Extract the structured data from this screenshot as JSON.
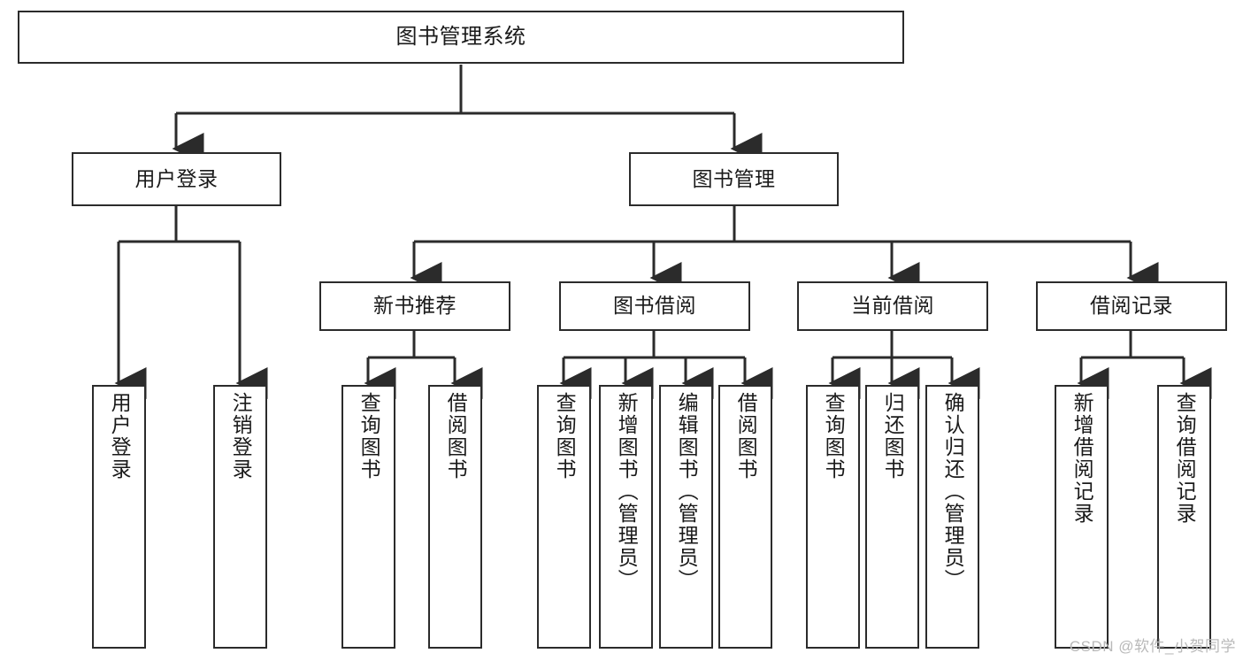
{
  "diagram": {
    "type": "tree-hierarchy",
    "title": "图书管理系统",
    "watermark": "CSDN @软件_小贺同学",
    "colors": {
      "box_border": "#2b2b2b",
      "box_fill": "#ffffff",
      "connector": "#2b2b2b",
      "text": "#1a1a1a",
      "watermark": "#b9b9b9",
      "background": "#ffffff"
    },
    "levels": {
      "root": {
        "label": "图书管理系统",
        "orientation": "horizontal"
      },
      "level2": [
        {
          "id": "user-login",
          "label": "用户登录",
          "orientation": "horizontal"
        },
        {
          "id": "book-management",
          "label": "图书管理",
          "orientation": "horizontal"
        }
      ],
      "level3": [
        {
          "id": "new-book-recommend",
          "label": "新书推荐",
          "orientation": "horizontal",
          "parent": "book-management"
        },
        {
          "id": "book-borrow",
          "label": "图书借阅",
          "orientation": "horizontal",
          "parent": "book-management"
        },
        {
          "id": "current-borrow",
          "label": "当前借阅",
          "orientation": "horizontal",
          "parent": "book-management"
        },
        {
          "id": "borrow-record",
          "label": "借阅记录",
          "orientation": "horizontal",
          "parent": "book-management"
        }
      ],
      "leaves": [
        {
          "id": "leaf-user-login",
          "label": "用户登录",
          "orientation": "vertical",
          "parent": "user-login"
        },
        {
          "id": "leaf-user-logout",
          "label": "注销登录",
          "orientation": "vertical",
          "parent": "user-login"
        },
        {
          "id": "leaf-query-book-1",
          "label": "查询图书",
          "orientation": "vertical",
          "parent": "new-book-recommend"
        },
        {
          "id": "leaf-borrow-book-1",
          "label": "借阅图书",
          "orientation": "vertical",
          "parent": "new-book-recommend"
        },
        {
          "id": "leaf-query-book-2",
          "label": "查询图书",
          "orientation": "vertical",
          "parent": "book-borrow"
        },
        {
          "id": "leaf-add-book",
          "label": "新增图书（管理员）",
          "orientation": "vertical",
          "parent": "book-borrow"
        },
        {
          "id": "leaf-edit-book",
          "label": "编辑图书（管理员）",
          "orientation": "vertical",
          "parent": "book-borrow"
        },
        {
          "id": "leaf-borrow-book-2",
          "label": "借阅图书",
          "orientation": "vertical",
          "parent": "book-borrow"
        },
        {
          "id": "leaf-query-book-3",
          "label": "查询图书",
          "orientation": "vertical",
          "parent": "current-borrow"
        },
        {
          "id": "leaf-return-book",
          "label": "归还图书",
          "orientation": "vertical",
          "parent": "current-borrow"
        },
        {
          "id": "leaf-confirm-return",
          "label": "确认归还（管理员）",
          "orientation": "vertical",
          "parent": "current-borrow"
        },
        {
          "id": "leaf-add-record",
          "label": "新增借阅记录",
          "orientation": "vertical",
          "parent": "borrow-record"
        },
        {
          "id": "leaf-query-record",
          "label": "查询借阅记录",
          "orientation": "vertical",
          "parent": "borrow-record"
        }
      ]
    }
  }
}
